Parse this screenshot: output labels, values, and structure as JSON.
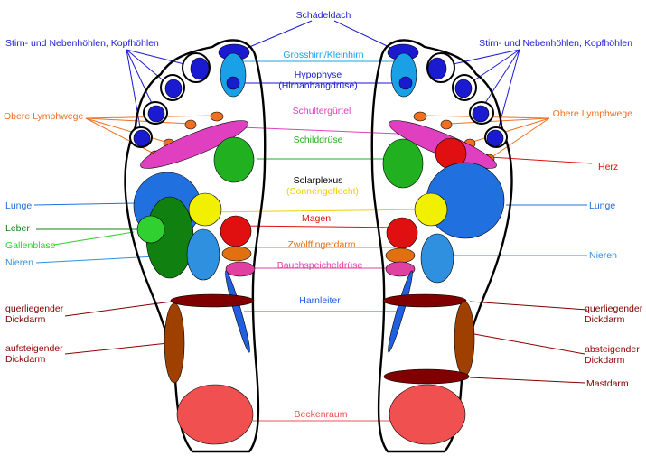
{
  "labels": {
    "schaedeldach": {
      "text": "Schädeldach",
      "color": "#1a1ad0"
    },
    "grosshirn": {
      "text": "Grosshirn/Kleinhirn",
      "color": "#1aa0e6"
    },
    "hypophyse": {
      "text": "Hypophyse",
      "color": "#1a1ad0"
    },
    "hirnanhang": {
      "text": "(Hirnanhangdrüse)",
      "color": "#1a1ad0"
    },
    "schulter": {
      "text": "Schultergürtel",
      "color": "#e040c0"
    },
    "schild": {
      "text": "Schilddrüse",
      "color": "#20b020"
    },
    "solar": {
      "text": "Solarplexus",
      "color": "#000000"
    },
    "sonnen": {
      "text": "(Sonnengeflecht)",
      "color": "#f0d000"
    },
    "magen": {
      "text": "Magen",
      "color": "#e01010"
    },
    "zwoelf": {
      "text": "Zwölffingerdarm",
      "color": "#e07010"
    },
    "bauch": {
      "text": "Bauchspeicheldrüse",
      "color": "#e040a0"
    },
    "harn": {
      "text": "Harnleiter",
      "color": "#2060e0"
    },
    "becken": {
      "text": "Beckenraum",
      "color": "#f05050"
    },
    "stirn_l": {
      "text": "Stirn- und Nebenhöhlen, Kopfhöhlen",
      "color": "#1a1ad0"
    },
    "stirn_r": {
      "text": "Stirn- und Nebenhöhlen, Kopfhöhlen",
      "color": "#1a1ad0"
    },
    "lymph_l": {
      "text": "Obere Lymphwege",
      "color": "#f07020"
    },
    "lymph_r": {
      "text": "Obere Lymphwege",
      "color": "#f07020"
    },
    "herz": {
      "text": "Herz",
      "color": "#e01010"
    },
    "lunge_l": {
      "text": "Lunge",
      "color": "#2070e0"
    },
    "lunge_r": {
      "text": "Lunge",
      "color": "#2070e0"
    },
    "leber": {
      "text": "Leber",
      "color": "#108010"
    },
    "galle": {
      "text": "Gallenblase",
      "color": "#30d030"
    },
    "nieren_l": {
      "text": "Nieren",
      "color": "#3090e0"
    },
    "nieren_r": {
      "text": "Nieren",
      "color": "#3090e0"
    },
    "quer_l": {
      "text": "querliegender Dickdarm",
      "color": "#800000"
    },
    "quer_r": {
      "text": "querliegender Dickdarm",
      "color": "#800000"
    },
    "auf": {
      "text": "aufsteigender Dickdarm",
      "color": "#900000"
    },
    "ab": {
      "text": "absteigender Dickdarm",
      "color": "#900000"
    },
    "mast": {
      "text": "Mastdarm",
      "color": "#800000"
    }
  }
}
